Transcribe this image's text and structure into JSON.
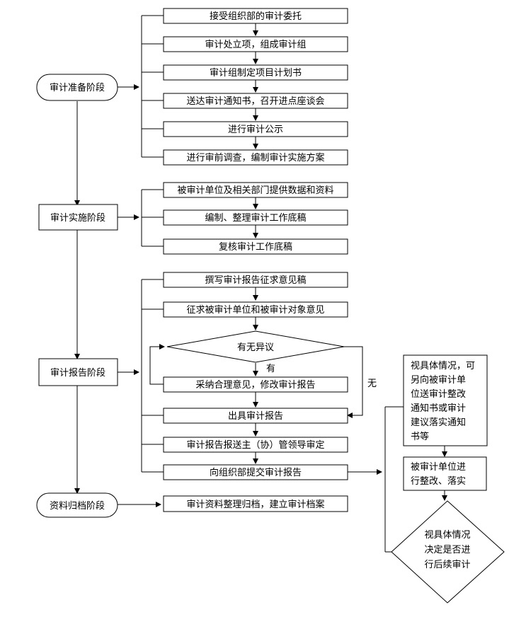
{
  "stages": {
    "prep": "审计准备阶段",
    "impl": "审计实施阶段",
    "report": "审计报告阶段",
    "archive": "资料归档阶段"
  },
  "prep_steps": [
    "接受组织部的审计委托",
    "审计处立项，组成审计组",
    "审计组制定项目计划书",
    "送达审计通知书，召开进点座谈会",
    "进行审计公示",
    "进行审前调查，编制审计实施方案"
  ],
  "impl_steps": [
    "被审计单位及相关部门提供数据和资料",
    "编制、整理审计工作底稿",
    "复核审计工作底稿"
  ],
  "report_steps": {
    "draft": "撰写审计报告征求意见稿",
    "solicit": "征求被审计单位和被审计对象意见",
    "decision": "有无异议",
    "yes": "有",
    "no": "无",
    "revise": "采纳合理意见，修改审计报告",
    "issue": "出具审计报告",
    "submit_leader": "审计报告报送主（协）管领导审定",
    "submit_org": "向组织部提交审计报告"
  },
  "archive_step": "审计资料整理归档，建立审计档案",
  "side": {
    "notice_lines": [
      "视具体情况，可",
      "另向被审计单",
      "位送审计整改",
      "通知书或审计",
      "建议落实通知",
      "书等"
    ],
    "rectify_lines": [
      "被审计单位进",
      "行整改、落实"
    ],
    "followup_lines": [
      "视具体情况",
      "决定是否进",
      "行后续审计"
    ]
  }
}
